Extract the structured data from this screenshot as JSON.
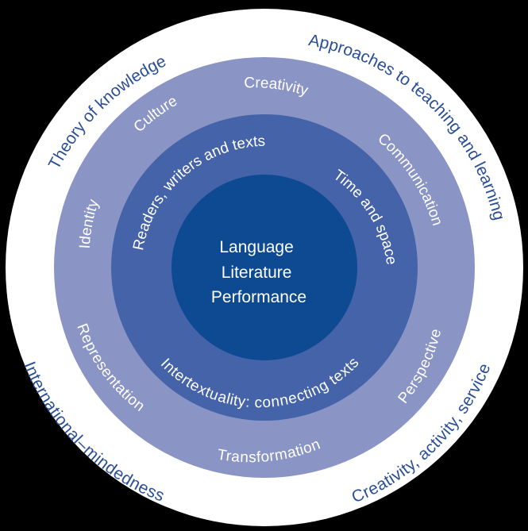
{
  "colors": {
    "background": "#000000",
    "outer_ring": "#ffffff",
    "outer_text": "#2b4f96",
    "middle_ring": "#8a95c6",
    "inner_ring": "#4563a8",
    "core": "#0d4a92",
    "inner_text": "#ffffff"
  },
  "core": {
    "lines": [
      "Language",
      "Literature",
      "Performance"
    ]
  },
  "inner_ring": {
    "labels": {
      "readers": "Readers, writers and texts",
      "time_space": "Time and space",
      "intertextuality": "Intertextuality: connecting texts"
    }
  },
  "middle_ring": {
    "labels": {
      "creativity": "Creativity",
      "culture": "Culture",
      "identity": "Identity",
      "communication": "Communication",
      "perspective": "Perspective",
      "transformation": "Transformation",
      "representation": "Representation"
    }
  },
  "outer_ring": {
    "labels": {
      "tok": "Theory of knowledge",
      "atl": "Approaches to teaching and learning",
      "im": "International–mindedness",
      "cas": "Creativity, activity, service"
    }
  }
}
